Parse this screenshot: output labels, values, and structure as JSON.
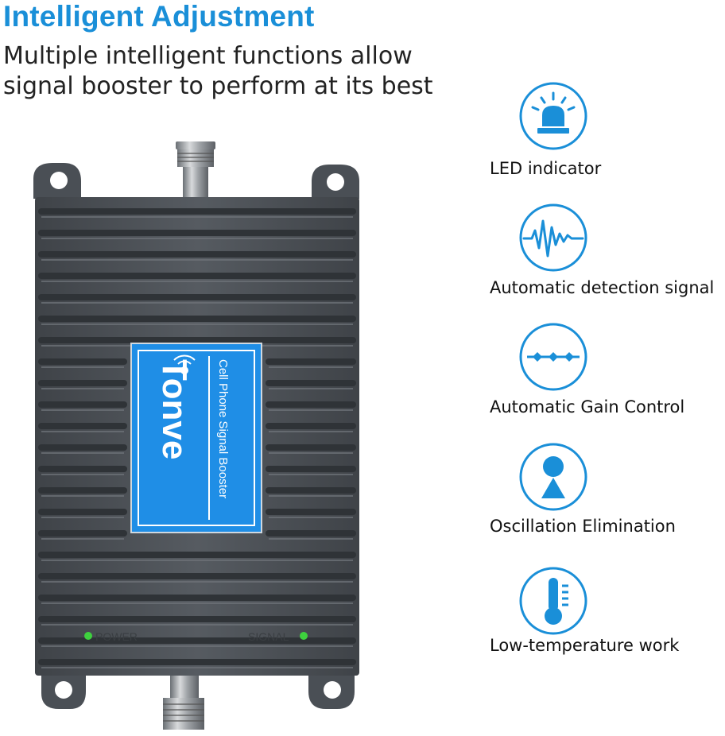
{
  "header": {
    "title": "Intelligent Adjustment",
    "subtitle_line1": "Multiple intelligent functions allow",
    "subtitle_line2": "signal booster to perform at its best"
  },
  "device": {
    "brand": "Tonve",
    "product_label": "Cell Phone Signal Booster",
    "power_label": "POWER",
    "signal_label": "SIGNAL",
    "indicator_color": "#3ed13e",
    "body_color": "#4a4f55",
    "label_color": "#1f8ee6"
  },
  "features": [
    {
      "label": "LED indicator",
      "icon": "led-indicator-icon"
    },
    {
      "label": "Automatic detection signal",
      "icon": "signal-wave-icon"
    },
    {
      "label": "Automatic Gain Control",
      "icon": "gain-control-icon"
    },
    {
      "label": "Oscillation Elimination",
      "icon": "oscillation-elimination-icon"
    },
    {
      "label": "Low-temperature work",
      "icon": "thermometer-icon"
    }
  ],
  "colors": {
    "accent": "#1a8fd8",
    "text": "#111111"
  }
}
